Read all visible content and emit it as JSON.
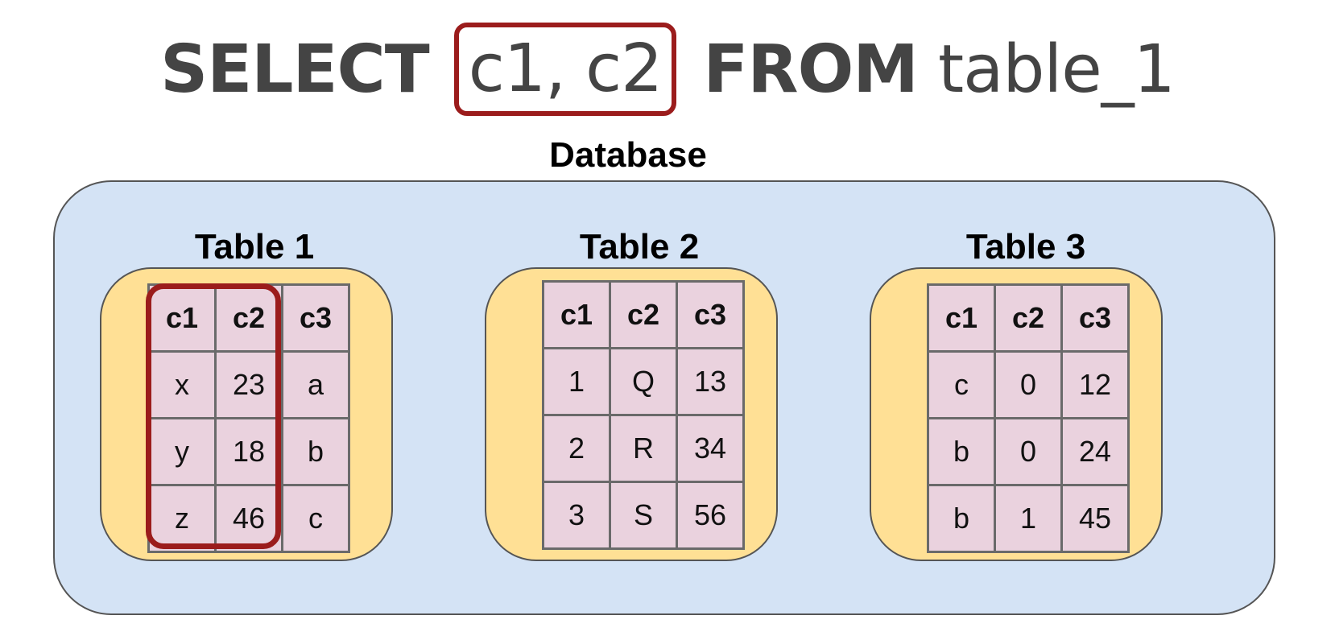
{
  "query": {
    "select": "SELECT",
    "columns": "c1, c2",
    "from": "FROM",
    "table": "table_1"
  },
  "database": {
    "title": "Database"
  },
  "tables": [
    {
      "title": "Table 1",
      "headers": [
        "c1",
        "c2",
        "c3"
      ],
      "rows": [
        [
          "x",
          "23",
          "a"
        ],
        [
          "y",
          "18",
          "b"
        ],
        [
          "z",
          "46",
          "c"
        ]
      ],
      "highlighted_columns": [
        "c1",
        "c2"
      ]
    },
    {
      "title": "Table 2",
      "headers": [
        "c1",
        "c2",
        "c3"
      ],
      "rows": [
        [
          "1",
          "Q",
          "13"
        ],
        [
          "2",
          "R",
          "34"
        ],
        [
          "3",
          "S",
          "56"
        ]
      ]
    },
    {
      "title": "Table 3",
      "headers": [
        "c1",
        "c2",
        "c3"
      ],
      "rows": [
        [
          "c",
          "0",
          "12"
        ],
        [
          "b",
          "0",
          "24"
        ],
        [
          "b",
          "1",
          "45"
        ]
      ]
    }
  ],
  "colors": {
    "highlight": "#9b1c1c",
    "database_bg": "#d4e3f5",
    "table_bg": "#ffe095",
    "cell_bg": "#ead2de"
  }
}
